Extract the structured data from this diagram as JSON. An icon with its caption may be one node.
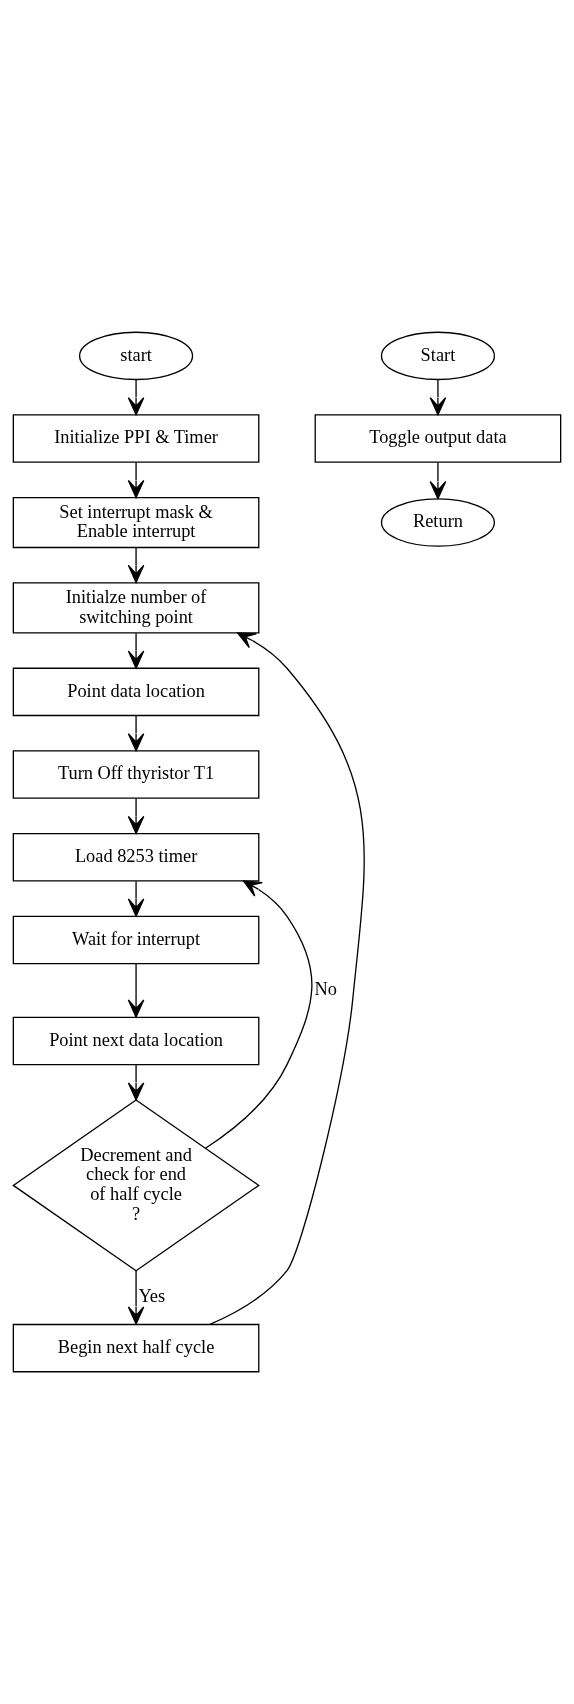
{
  "diagram": {
    "nodes": [
      {
        "text": [
          "start"
        ]
      },
      {
        "text": [
          "Initialize PPI & Timer"
        ]
      },
      {
        "text": [
          "Set interrupt mask & Enable interrupt"
        ]
      },
      {
        "text": [
          "Initialze number of switching point"
        ]
      },
      {
        "text": [
          "Point data location"
        ]
      },
      {
        "text": [
          "Turn Off thyristor T1"
        ]
      },
      {
        "text": [
          "Load 8253 timer"
        ]
      },
      {
        "text": [
          "Wait for interrupt"
        ]
      },
      {
        "text": [
          "Point next data location"
        ]
      },
      {
        "text": [
          "Decrement and check for end of half cycle ?"
        ]
      },
      {
        "text": [
          "Begin next half cycle"
        ]
      },
      {
        "text": [
          "Start"
        ]
      },
      {
        "text": [
          "Toggle output data"
        ]
      },
      {
        "text": [
          "Return"
        ]
      }
    ],
    "edges": [
      {
        "from": 0,
        "to": 1,
        "arrow": "to"
      },
      {
        "from": 1,
        "to": 2,
        "arrow": "to"
      },
      {
        "from": 2,
        "to": 3,
        "arrow": "to"
      },
      {
        "from": 3,
        "to": 4,
        "arrow": "to"
      },
      {
        "from": 4,
        "to": 5,
        "arrow": "to"
      },
      {
        "from": 5,
        "to": 6,
        "arrow": "to"
      },
      {
        "from": 6,
        "to": 7,
        "arrow": "to"
      },
      {
        "from": 7,
        "to": 8,
        "arrow": "to"
      },
      {
        "from": 8,
        "to": 9,
        "arrow": "to"
      },
      {
        "from": 9,
        "to": 6,
        "arrow": "to",
        "label": "No"
      },
      {
        "from": 9,
        "to": 10,
        "arrow": "to",
        "label": "Yes"
      },
      {
        "from": 10,
        "to": 3,
        "arrow": "to"
      },
      {
        "from": 11,
        "to": 12,
        "arrow": "to"
      },
      {
        "from": 12,
        "to": 13,
        "arrow": "to"
      }
    ]
  }
}
